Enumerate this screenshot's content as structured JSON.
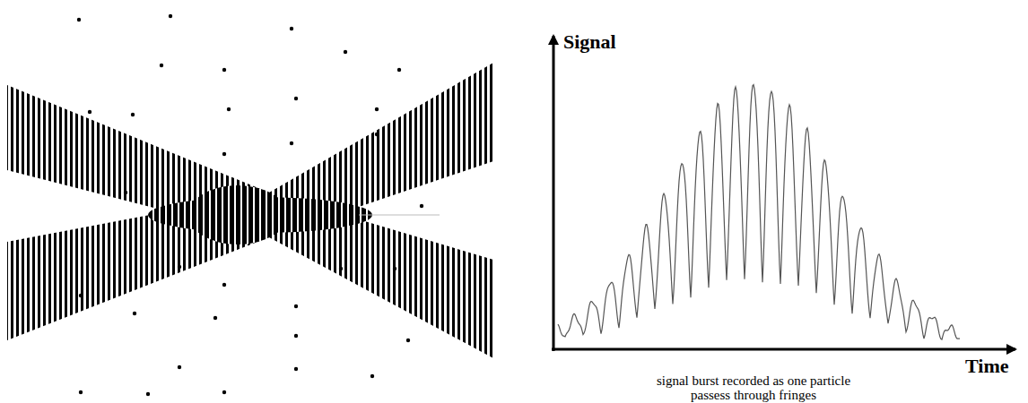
{
  "diagram": {
    "labels": [
      "Signal",
      "Time",
      "signal burst recorded as one particle passess through fringes"
    ]
  }
}
